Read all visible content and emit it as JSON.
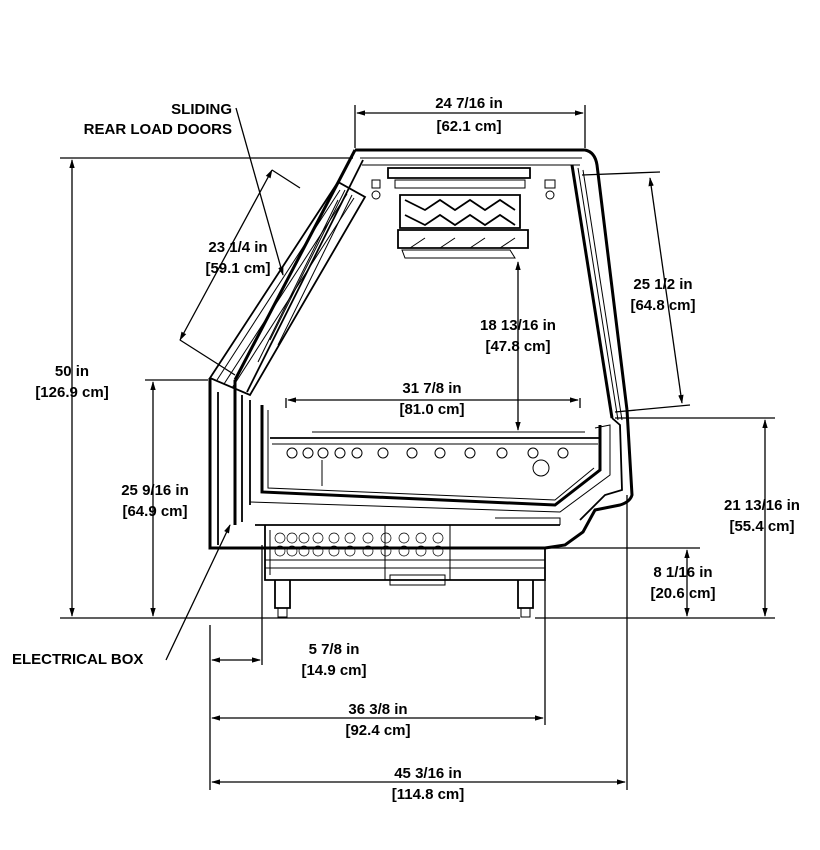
{
  "labels": {
    "rear_doors_line1": "SLIDING",
    "rear_doors_line2": "REAR LOAD DOORS",
    "electrical_box": "ELECTRICAL BOX"
  },
  "dimensions": {
    "top_width_in": "24 7/16 in",
    "top_width_cm": "[62.1 cm]",
    "door_length_in": "23 1/4 in",
    "door_length_cm": "[59.1 cm]",
    "front_glass_in": "25 1/2 in",
    "front_glass_cm": "[64.8 cm]",
    "total_height_in": "50 in",
    "total_height_cm": "[126.9 cm]",
    "interior_height_in": "18 13/16 in",
    "interior_height_cm": "[47.8 cm]",
    "deck_width_in": "31 7/8 in",
    "deck_width_cm": "[81.0 cm]",
    "rear_height_in": "25 9/16 in",
    "rear_height_cm": "[64.9 cm]",
    "front_height_in": "21 13/16 in",
    "front_height_cm": "[55.4 cm]",
    "base_height_in": "8 1/16 in",
    "base_height_cm": "[20.6 cm]",
    "box_offset_in": "5 7/8 in",
    "box_offset_cm": "[14.9 cm]",
    "base_depth_in": "36 3/8 in",
    "base_depth_cm": "[92.4 cm]",
    "overall_depth_in": "45 3/16 in",
    "overall_depth_cm": "[114.8 cm]"
  }
}
